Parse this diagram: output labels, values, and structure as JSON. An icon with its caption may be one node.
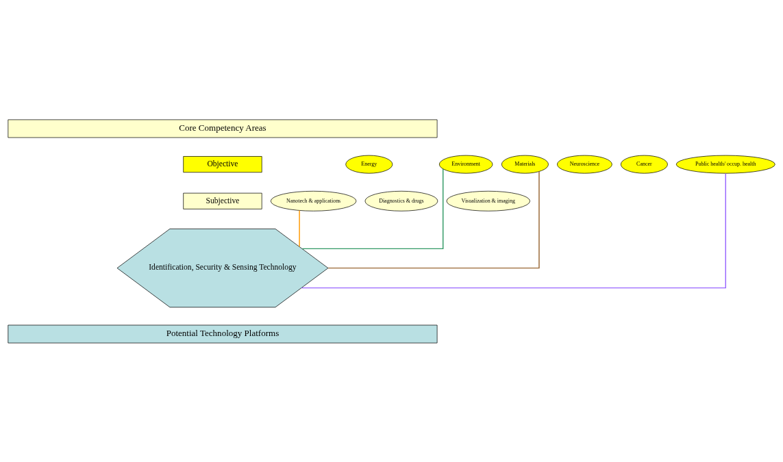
{
  "diagram": {
    "nodes": [
      {
        "text": [
          "Core Competency Areas"
        ]
      },
      {
        "text": [
          "Objective"
        ]
      },
      {
        "text": [
          "Subjective"
        ]
      },
      {
        "text": [
          "Energy"
        ]
      },
      {
        "text": [
          "Environment"
        ]
      },
      {
        "text": [
          "Materials"
        ]
      },
      {
        "text": [
          "Neuroscience"
        ]
      },
      {
        "text": [
          "Cancer"
        ]
      },
      {
        "text": [
          "Public health/ occup. health"
        ]
      },
      {
        "text": [
          "Nanotech & applications"
        ]
      },
      {
        "text": [
          "Diagnostics & drugs"
        ]
      },
      {
        "text": [
          "Visualization & imaging"
        ]
      },
      {
        "text": [
          "Identification, Security & Sensing Technology"
        ]
      },
      {
        "text": [
          "Potential Technology Platforms"
        ]
      }
    ],
    "edges": [
      {
        "from": 9,
        "to": 12,
        "arrow": "none",
        "color": "#ff9900"
      },
      {
        "from": 4,
        "to": 12,
        "arrow": "none",
        "color": "#339966"
      },
      {
        "from": 5,
        "to": 12,
        "arrow": "none",
        "color": "#996633"
      },
      {
        "from": 8,
        "to": 12,
        "arrow": "none",
        "color": "#9966ff"
      }
    ]
  }
}
